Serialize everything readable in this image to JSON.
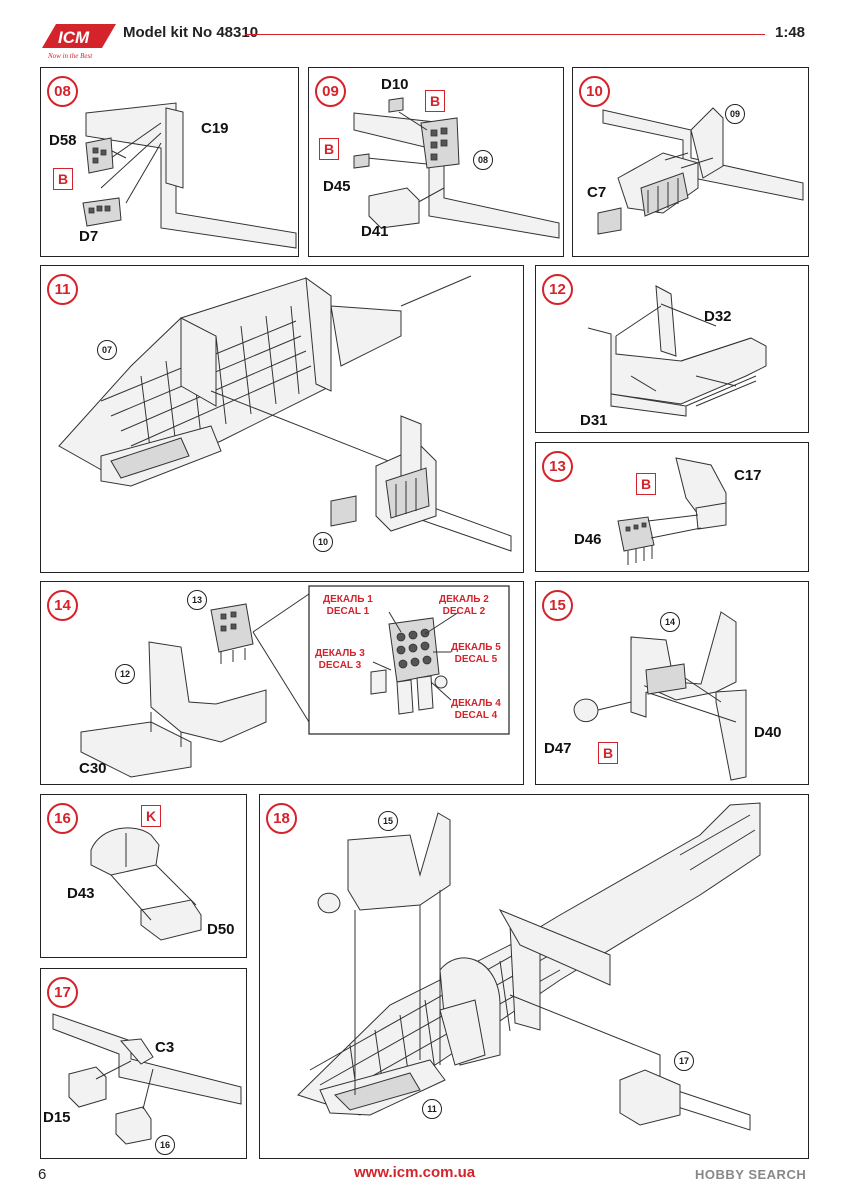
{
  "header": {
    "brand": "ICM",
    "slogan": "Now in the Best",
    "kit_title": "Model kit No 48310",
    "scale": "1:48"
  },
  "steps": [
    {
      "number": "08",
      "labels": [
        "D58",
        "C19",
        "D7"
      ],
      "refs": [
        "B"
      ]
    },
    {
      "number": "09",
      "labels": [
        "D10",
        "D45",
        "D41"
      ],
      "refs": [
        "B",
        "B"
      ],
      "subassembly": "08"
    },
    {
      "number": "10",
      "labels": [
        "C7"
      ],
      "subassembly": "09"
    },
    {
      "number": "11",
      "subassemblies": [
        "07",
        "10"
      ]
    },
    {
      "number": "12",
      "labels": [
        "D32",
        "D31"
      ]
    },
    {
      "number": "13",
      "labels": [
        "C17",
        "D46"
      ],
      "refs": [
        "B"
      ]
    },
    {
      "number": "14",
      "labels": [
        "C30"
      ],
      "subassemblies": [
        "13",
        "12"
      ],
      "decals": [
        "ДЕКАЛЬ 1",
        "DECAL 1",
        "ДЕКАЛЬ 2",
        "DECAL 2",
        "ДЕКАЛЬ 3",
        "DECAL 3",
        "ДЕКАЛЬ 5",
        "DECAL 5",
        "ДЕКАЛЬ 4",
        "DECAL 4"
      ]
    },
    {
      "number": "15",
      "labels": [
        "D40",
        "D47"
      ],
      "refs": [
        "B"
      ],
      "subassembly": "14"
    },
    {
      "number": "16",
      "labels": [
        "D43",
        "D50"
      ],
      "refs": [
        "K"
      ]
    },
    {
      "number": "17",
      "labels": [
        "C3",
        "D15"
      ],
      "subassembly": "16"
    },
    {
      "number": "18",
      "subassemblies": [
        "15",
        "17",
        "11"
      ]
    }
  ],
  "footer": {
    "page_number": "6",
    "website": "www.icm.com.ua",
    "watermark": "HOBBY SEARCH"
  },
  "colors": {
    "accent": "#d4232b",
    "line": "#222222"
  }
}
